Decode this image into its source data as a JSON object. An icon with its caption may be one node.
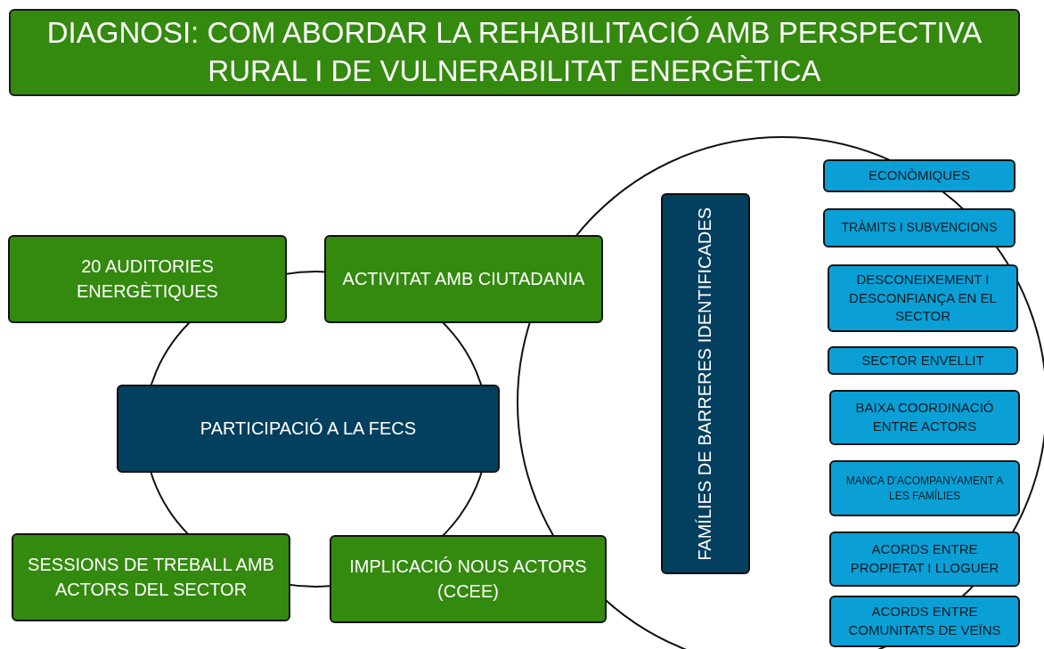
{
  "diagram": {
    "title": "DIAGNOSI: COM ABORDAR LA REHABILITACIÓ AMB PERSPECTIVA RURAL I DE VULNERABILITAT ENERGÈTICA",
    "nodes": [
      {
        "text": [
          "20 AUDITORIES ENERGÈTIQUES"
        ]
      },
      {
        "text": [
          "ACTIVITAT AMB CIUTADANIA"
        ]
      },
      {
        "text": [
          "PARTICIPACIÓ A LA FECS"
        ]
      },
      {
        "text": [
          "SESSIONS DE TREBALL AMB ACTORS DEL SECTOR"
        ]
      },
      {
        "text": [
          "IMPLICACIÓ NOUS ACTORS (CCEE)"
        ]
      },
      {
        "text": [
          "FAMÍLIES DE BARRERES IDENTIFICADES"
        ]
      },
      {
        "text": [
          "ECONÒMIQUES"
        ]
      },
      {
        "text": [
          "TRÀMITS I SUBVENCIONS"
        ]
      },
      {
        "text": [
          "DESCONEIXEMENT I DESCONFIANÇA EN EL SECTOR"
        ]
      },
      {
        "text": [
          "SECTOR ENVELLIT"
        ]
      },
      {
        "text": [
          "BAIXA COORDINACIÓ ENTRE ACTORS"
        ]
      },
      {
        "text": [
          "MANCA D’ACOMPANYAMENT A LES FAMÍLIES"
        ]
      },
      {
        "text": [
          "ACORDS ENTRE PROPIETAT I LLOGUER"
        ]
      },
      {
        "text": [
          "ACORDS ENTRE COMUNITATS DE VEÏNS"
        ]
      }
    ]
  }
}
